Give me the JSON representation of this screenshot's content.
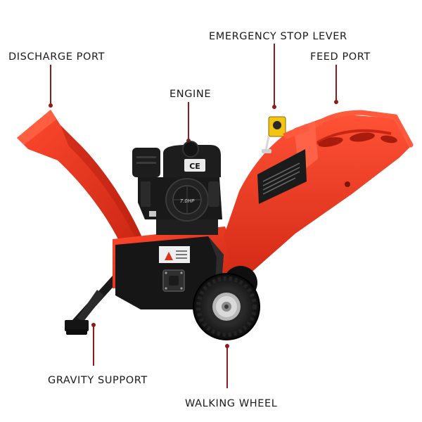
{
  "callouts": {
    "discharge_port": "DISCHARGE PORT",
    "engine": "ENGINE",
    "emergency_stop_lever": "EMERGENCY STOP LEVER",
    "feed_port": "FEED PORT",
    "gravity_support": "GRAVITY SUPPORT",
    "walking_wheel": "WALKING WHEEL"
  },
  "machine": {
    "engine_badge": "CE",
    "engine_displacement": "7.0HP"
  },
  "colors": {
    "body_red": "#e8321e",
    "body_red_dark": "#b8200f",
    "engine_black": "#1d1d1d",
    "frame_black": "#161616",
    "leader_line": "#8c1c1c",
    "stop_button_yellow": "#f2c515"
  }
}
